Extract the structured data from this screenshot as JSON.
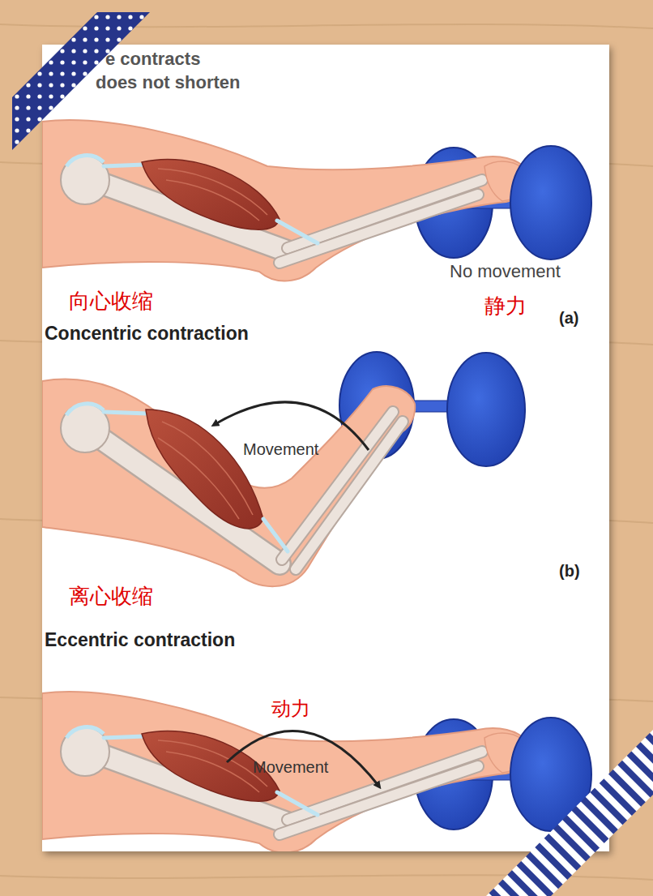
{
  "diagram": {
    "labels": [
      "e contracts",
      "does not shorten",
      "No movement",
      "向心收缩",
      "静力",
      "(a)",
      "Concentric contraction",
      "Movement",
      "(b)",
      "离心收缩",
      "Eccentric contraction",
      "动力",
      "Movement"
    ]
  }
}
